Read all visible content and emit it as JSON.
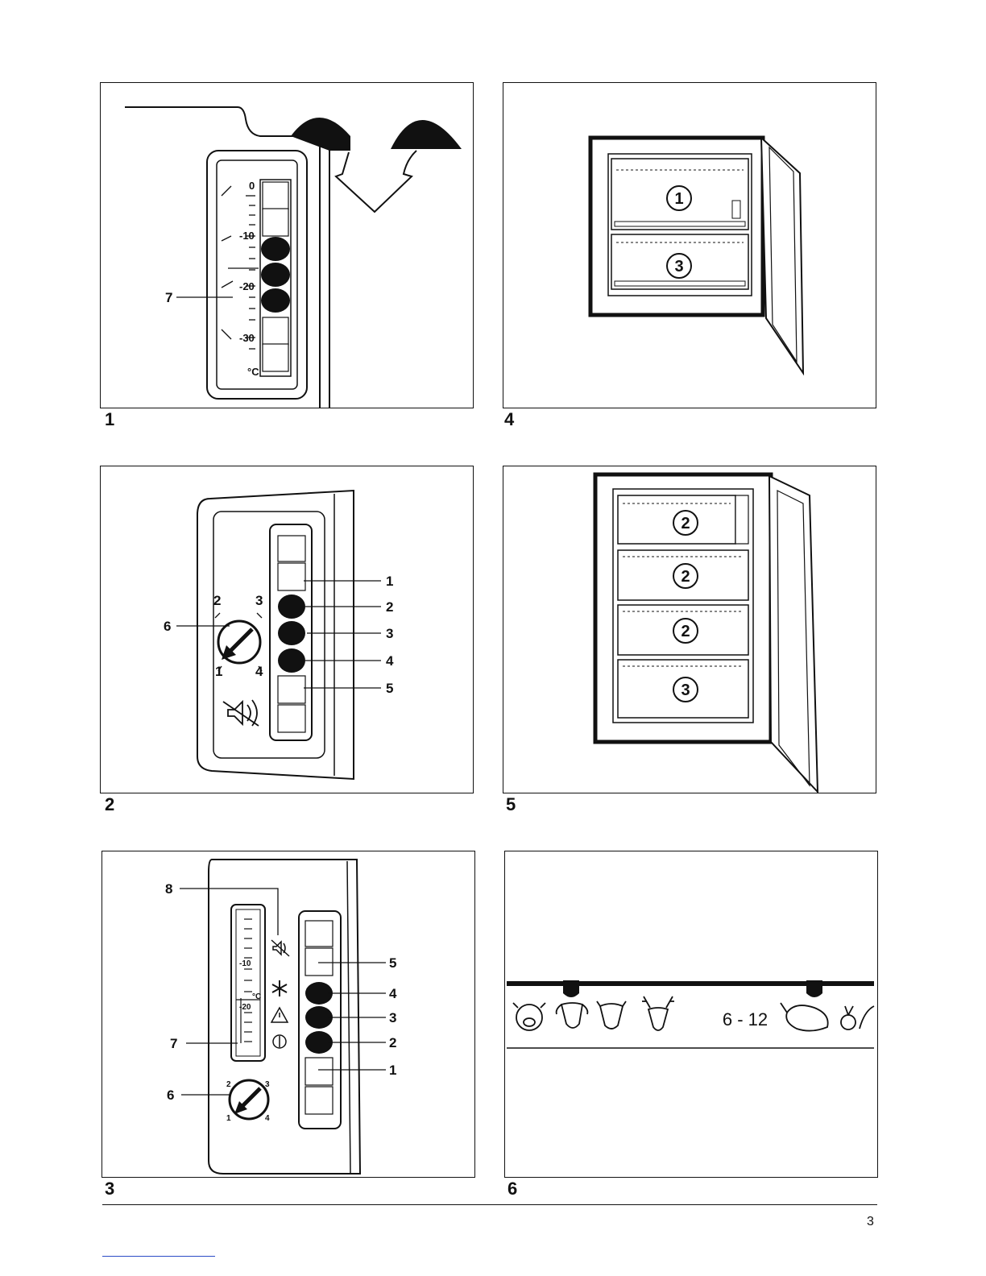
{
  "page": {
    "number": "3"
  },
  "figures": {
    "fig1": {
      "number": "1",
      "scale_labels": [
        "0",
        "-10",
        "-20",
        "-30",
        "°C"
      ],
      "callouts": [
        "7"
      ]
    },
    "fig2": {
      "number": "2",
      "dial_marks": [
        "2",
        "3",
        "1",
        "4"
      ],
      "callouts": [
        "1",
        "2",
        "3",
        "4",
        "5",
        "6"
      ]
    },
    "fig3": {
      "number": "3",
      "scale_labels": [
        "-10",
        "-20",
        "°C"
      ],
      "dial_marks": [
        "2",
        "3",
        "1",
        "4"
      ],
      "callouts": [
        "8",
        "5",
        "4",
        "3",
        "2",
        "1",
        "7",
        "6"
      ]
    },
    "fig4": {
      "number": "4",
      "compartments": [
        "1",
        "3"
      ]
    },
    "fig5": {
      "number": "5",
      "compartments": [
        "2",
        "2",
        "2",
        "3"
      ]
    },
    "fig6": {
      "number": "6",
      "storage_label": "6 - 12",
      "icons": [
        "pig-icon",
        "sheep-icon",
        "cow-icon",
        "deer-icon",
        "poultry-icon",
        "vegetable-icon"
      ]
    }
  }
}
